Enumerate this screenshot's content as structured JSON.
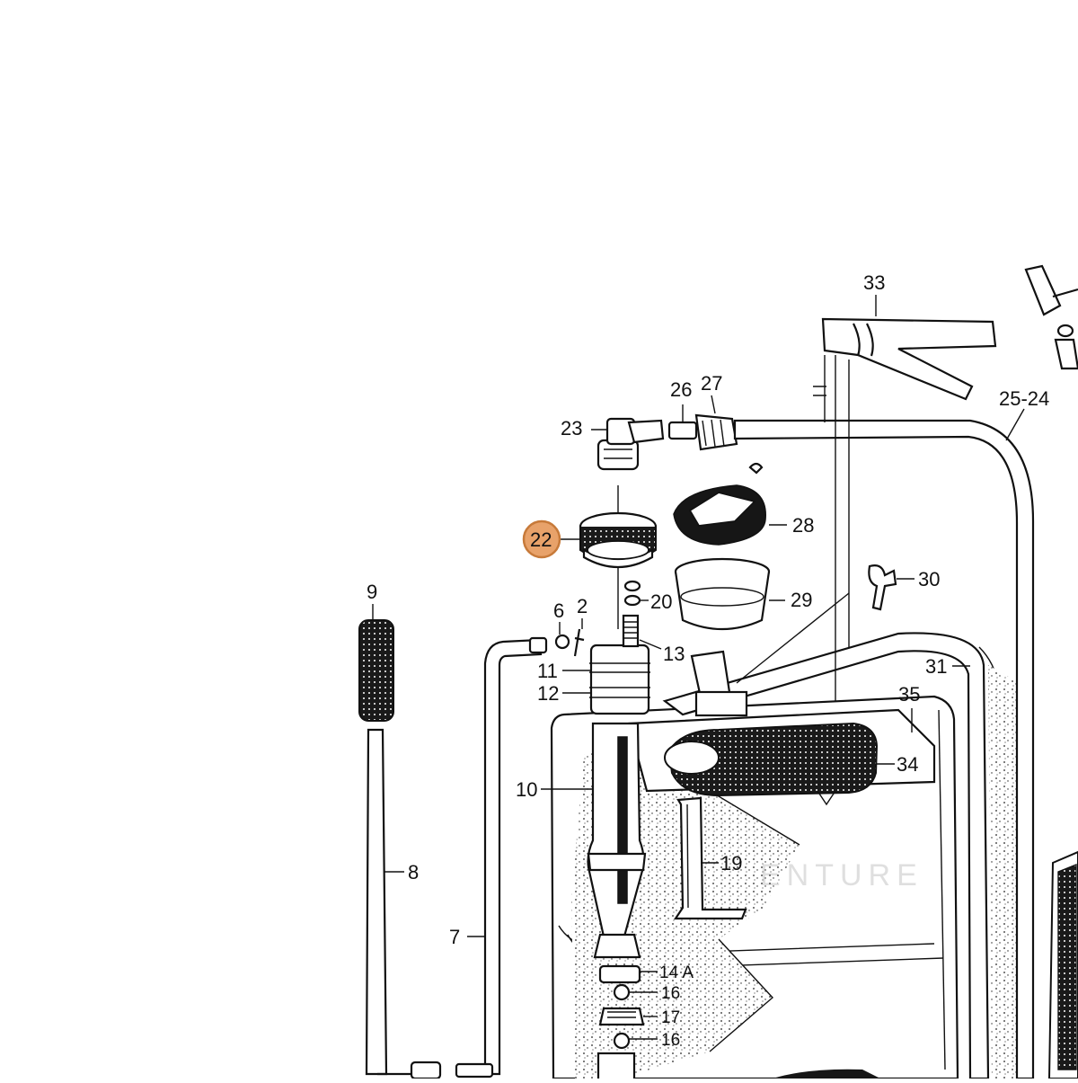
{
  "diagram": {
    "highlighted_part": "22",
    "highlight_color": "#E8A26A",
    "highlight_border": "#C77A3A",
    "watermark": "ENTURE",
    "part_labels": {
      "p33": "33",
      "p2524": "25-24",
      "p26": "26",
      "p27": "27",
      "p23": "23",
      "p22": "22",
      "p28": "28",
      "p29": "29",
      "p30": "30",
      "p20": "20",
      "p9": "9",
      "p6": "6",
      "p2": "2",
      "p13": "13",
      "p11": "11",
      "p12": "12",
      "p31": "31",
      "p35": "35",
      "p34": "34",
      "p10": "10",
      "p19": "19",
      "p8": "8",
      "p7": "7",
      "p14a": "14 A",
      "p16a": "16",
      "p17": "17",
      "p16b": "16"
    }
  }
}
